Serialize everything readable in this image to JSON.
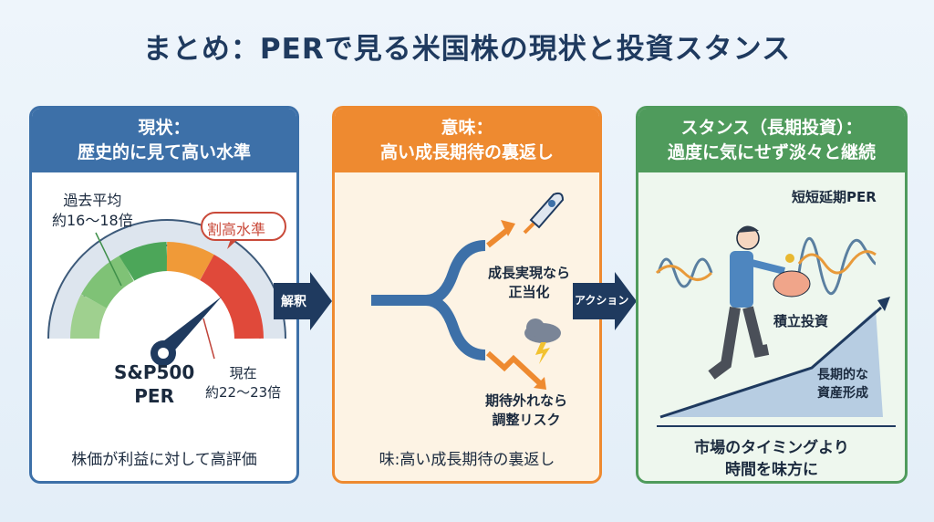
{
  "title": "まとめ：PERで見る米国株の現状と投資スタンス",
  "panels": [
    {
      "header_line1": "現状：",
      "header_line2": "歴史的に見て高い水準",
      "avg_label_1": "過去平均",
      "avg_label_2": "約16〜18倍",
      "badge": "割高水準",
      "gauge_label_1": "S&P500",
      "gauge_label_2": "PER",
      "current_label_1": "現在",
      "current_label_2": "約22〜23倍",
      "footer": "株価が利益に対して高評価"
    },
    {
      "header_line1": "意味：",
      "header_line2": "高い成長期待の裏返し",
      "up_label_1": "成長実現なら",
      "up_label_2": "正当化",
      "down_label_1": "期待外れなら",
      "down_label_2": "調整リスク",
      "footer": "味:高い成長期待の裏返し"
    },
    {
      "header_line1": "スタンス（長期投資）：",
      "header_line2": "過度に気にせず淡々と継続",
      "wave_label": "短短延期PER",
      "saving_label": "積立投資",
      "growth_label_1": "長期的な",
      "growth_label_2": "資産形成",
      "footer_1": "市場のタイミングより",
      "footer_2": "時間を味方に"
    }
  ],
  "arrows": {
    "interpret": "解釈",
    "action": "アクション"
  }
}
